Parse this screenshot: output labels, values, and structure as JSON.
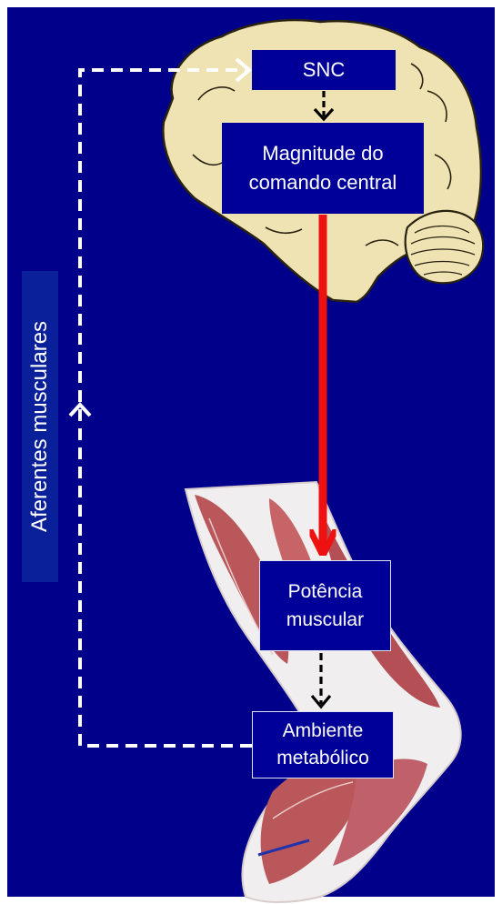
{
  "colors": {
    "background": "#00008b",
    "box_fill": "#000099",
    "efferent_arrow": "#ee1111",
    "feedback_arrow": "#ffffff",
    "internal_arrow": "#000000",
    "brain_fill": "#efe3b4",
    "muscle_fill": "#b9575a"
  },
  "icons": {
    "brain": "brain-illustration",
    "muscle": "arm-muscle-illustration"
  },
  "nodes": {
    "snc": "SNC",
    "magnitude": "Magnitude do\ncomando central",
    "potencia": "Potência\nmuscular",
    "ambiente": "Ambiente\nmetabólico"
  },
  "side_label": "Aferentes musculares"
}
